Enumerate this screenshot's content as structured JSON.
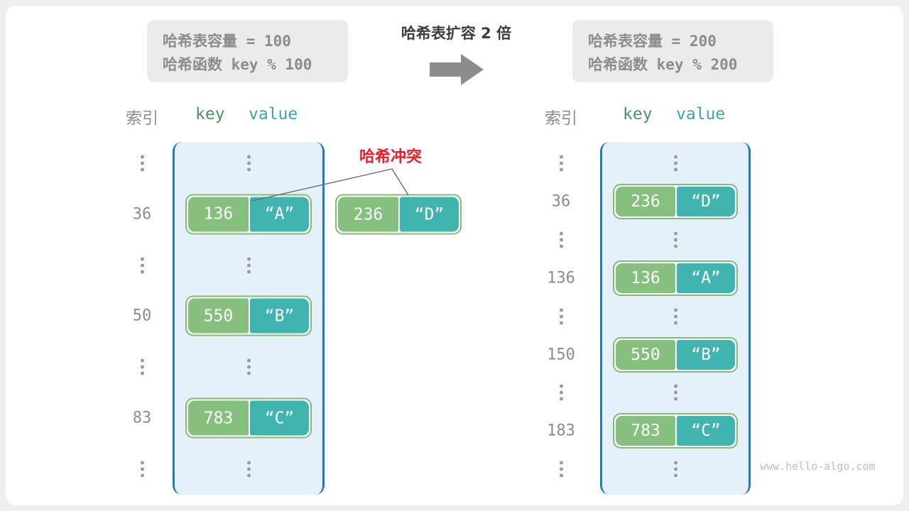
{
  "watermark": "www.hello-algo.com",
  "transform": {
    "label": "哈希表扩容 2 倍",
    "arrow_icon": "right-arrow-icon"
  },
  "info_left": {
    "capacity_line": "哈希表容量 = 100",
    "hash_fn_line": "哈希函数 key % 100"
  },
  "info_right": {
    "capacity_line": "哈希表容量 = 200",
    "hash_fn_line": "哈希函数 key % 200"
  },
  "headers": {
    "index": "索引",
    "key": "key",
    "value": "value"
  },
  "collision": {
    "label": "哈希冲突"
  },
  "colors": {
    "key_box": "#86c07e",
    "value_box": "#40b5b0",
    "table_fill": "#e4f0fa",
    "table_border": "#1f7ac0",
    "collision_red": "#ee1c25",
    "info_bg": "#ebebeb",
    "muted_text": "#8c8c8c"
  },
  "left_table": {
    "rows": [
      {
        "index": "⋮",
        "type": "dots"
      },
      {
        "index": "36",
        "type": "pair",
        "key": "136",
        "value": "“A”"
      },
      {
        "index": "⋮",
        "type": "dots"
      },
      {
        "index": "50",
        "type": "pair",
        "key": "550",
        "value": "“B”"
      },
      {
        "index": "⋮",
        "type": "dots"
      },
      {
        "index": "83",
        "type": "pair",
        "key": "783",
        "value": "“C”"
      },
      {
        "index": "⋮",
        "type": "dots"
      }
    ]
  },
  "floating_pair": {
    "key": "236",
    "value": "“D”"
  },
  "right_table": {
    "rows": [
      {
        "index": "⋮",
        "type": "dots"
      },
      {
        "index": "36",
        "type": "pair",
        "key": "236",
        "value": "“D”"
      },
      {
        "index": "⋮",
        "type": "dots"
      },
      {
        "index": "136",
        "type": "pair",
        "key": "136",
        "value": "“A”"
      },
      {
        "index": "⋮",
        "type": "dots"
      },
      {
        "index": "150",
        "type": "pair",
        "key": "550",
        "value": "“B”"
      },
      {
        "index": "⋮",
        "type": "dots"
      },
      {
        "index": "183",
        "type": "pair",
        "key": "783",
        "value": "“C”"
      },
      {
        "index": "⋮",
        "type": "dots"
      }
    ]
  }
}
